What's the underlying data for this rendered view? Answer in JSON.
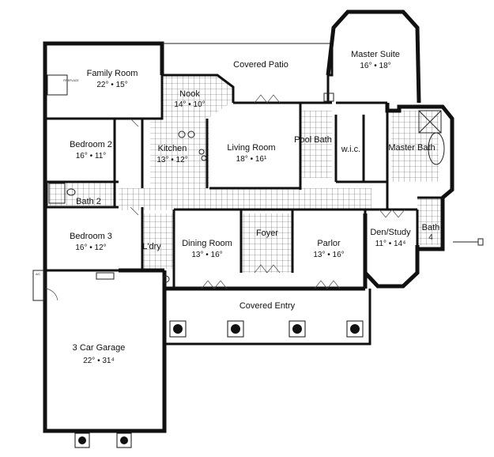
{
  "rooms": {
    "family_room": {
      "name": "Family Room",
      "dims": "22° • 15°"
    },
    "covered_patio": {
      "name": "Covered Patio",
      "dims": ""
    },
    "master_suite": {
      "name": "Master Suite",
      "dims": "16° • 18°"
    },
    "nook": {
      "name": "Nook",
      "dims": "14° • 10°"
    },
    "bedroom_2": {
      "name": "Bedroom 2",
      "dims": "16° • 11°"
    },
    "kitchen": {
      "name": "Kitchen",
      "dims": "13° • 12°"
    },
    "living_room": {
      "name": "Living Room",
      "dims": "18° • 16¹"
    },
    "pool_bath": {
      "name": "Pool Bath",
      "dims": ""
    },
    "wic": {
      "name": "w.i.c.",
      "dims": ""
    },
    "master_bath": {
      "name": "Master Bath",
      "dims": ""
    },
    "bath_2": {
      "name": "Bath 2",
      "dims": ""
    },
    "bedroom_3": {
      "name": "Bedroom 3",
      "dims": "16° • 12°"
    },
    "laundry": {
      "name": "L'dry",
      "dims": ""
    },
    "dining_room": {
      "name": "Dining Room",
      "dims": "13° • 16°"
    },
    "foyer": {
      "name": "Foyer",
      "dims": ""
    },
    "parlor": {
      "name": "Parlor",
      "dims": "13° • 16°"
    },
    "den_study": {
      "name": "Den/Study",
      "dims": "11° • 14⁴"
    },
    "bath_4": {
      "name": "Bath",
      "sub": "4"
    },
    "covered_entry": {
      "name": "Covered Entry",
      "dims": ""
    },
    "garage": {
      "name": "3 Car Garage",
      "dims": "22° • 31⁴"
    }
  },
  "tiny_labels": {
    "fireplace": "FIREPLACE",
    "ac": "A/C"
  }
}
